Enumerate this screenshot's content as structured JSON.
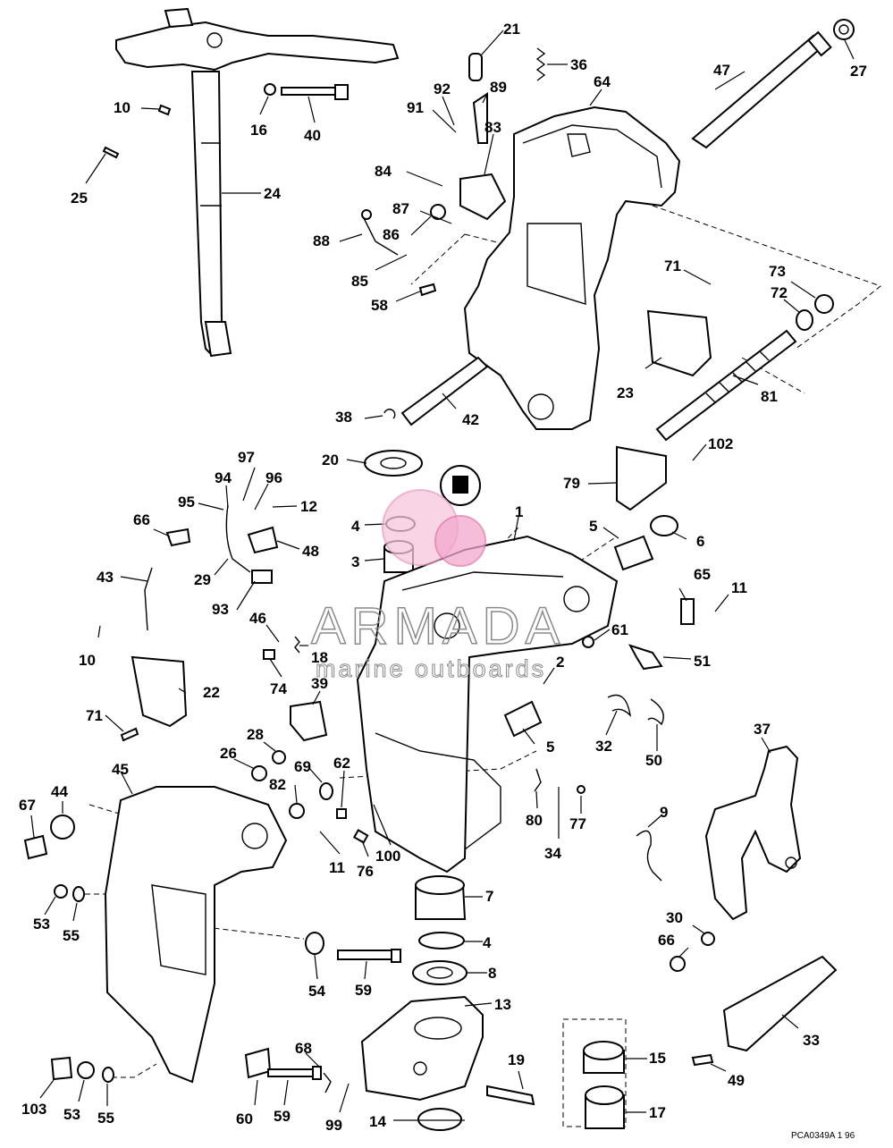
{
  "diagram_code": "PCA0349A  1 96",
  "watermark": {
    "main": "ARMADA",
    "sub": "marine outboards"
  },
  "callouts": [
    {
      "id": "c1",
      "label": "1"
    },
    {
      "id": "c2",
      "label": "2"
    },
    {
      "id": "c3",
      "label": "3"
    },
    {
      "id": "c4a",
      "label": "4"
    },
    {
      "id": "c4b",
      "label": "4"
    },
    {
      "id": "c5a",
      "label": "5"
    },
    {
      "id": "c5b",
      "label": "5"
    },
    {
      "id": "c6",
      "label": "6"
    },
    {
      "id": "c7",
      "label": "7"
    },
    {
      "id": "c8",
      "label": "8"
    },
    {
      "id": "c9",
      "label": "9"
    },
    {
      "id": "c10a",
      "label": "10"
    },
    {
      "id": "c10b",
      "label": "10"
    },
    {
      "id": "c11a",
      "label": "11"
    },
    {
      "id": "c11b",
      "label": "11"
    },
    {
      "id": "c12",
      "label": "12"
    },
    {
      "id": "c13",
      "label": "13"
    },
    {
      "id": "c14",
      "label": "14"
    },
    {
      "id": "c15",
      "label": "15"
    },
    {
      "id": "c16",
      "label": "16"
    },
    {
      "id": "c17",
      "label": "17"
    },
    {
      "id": "c18",
      "label": "18"
    },
    {
      "id": "c19",
      "label": "19"
    },
    {
      "id": "c20",
      "label": "20"
    },
    {
      "id": "c21",
      "label": "21"
    },
    {
      "id": "c22",
      "label": "22"
    },
    {
      "id": "c23",
      "label": "23"
    },
    {
      "id": "c24",
      "label": "24"
    },
    {
      "id": "c25",
      "label": "25"
    },
    {
      "id": "c26",
      "label": "26"
    },
    {
      "id": "c27",
      "label": "27"
    },
    {
      "id": "c28",
      "label": "28"
    },
    {
      "id": "c29",
      "label": "29"
    },
    {
      "id": "c30",
      "label": "30"
    },
    {
      "id": "c32",
      "label": "32"
    },
    {
      "id": "c33",
      "label": "33"
    },
    {
      "id": "c34",
      "label": "34"
    },
    {
      "id": "c36",
      "label": "36"
    },
    {
      "id": "c37",
      "label": "37"
    },
    {
      "id": "c38",
      "label": "38"
    },
    {
      "id": "c39",
      "label": "39"
    },
    {
      "id": "c40",
      "label": "40"
    },
    {
      "id": "c42",
      "label": "42"
    },
    {
      "id": "c43",
      "label": "43"
    },
    {
      "id": "c44",
      "label": "44"
    },
    {
      "id": "c45",
      "label": "45"
    },
    {
      "id": "c46",
      "label": "46"
    },
    {
      "id": "c47",
      "label": "47"
    },
    {
      "id": "c48",
      "label": "48"
    },
    {
      "id": "c49",
      "label": "49"
    },
    {
      "id": "c50",
      "label": "50"
    },
    {
      "id": "c51",
      "label": "51"
    },
    {
      "id": "c53a",
      "label": "53"
    },
    {
      "id": "c53b",
      "label": "53"
    },
    {
      "id": "c54",
      "label": "54"
    },
    {
      "id": "c55a",
      "label": "55"
    },
    {
      "id": "c55b",
      "label": "55"
    },
    {
      "id": "c58",
      "label": "58"
    },
    {
      "id": "c59a",
      "label": "59"
    },
    {
      "id": "c59b",
      "label": "59"
    },
    {
      "id": "c60",
      "label": "60"
    },
    {
      "id": "c61",
      "label": "61"
    },
    {
      "id": "c62",
      "label": "62"
    },
    {
      "id": "c64",
      "label": "64"
    },
    {
      "id": "c65",
      "label": "65"
    },
    {
      "id": "c66a",
      "label": "66"
    },
    {
      "id": "c66b",
      "label": "66"
    },
    {
      "id": "c67",
      "label": "67"
    },
    {
      "id": "c68",
      "label": "68"
    },
    {
      "id": "c69",
      "label": "69"
    },
    {
      "id": "c71a",
      "label": "71"
    },
    {
      "id": "c71b",
      "label": "71"
    },
    {
      "id": "c72",
      "label": "72"
    },
    {
      "id": "c73",
      "label": "73"
    },
    {
      "id": "c74",
      "label": "74"
    },
    {
      "id": "c76",
      "label": "76"
    },
    {
      "id": "c77",
      "label": "77"
    },
    {
      "id": "c79",
      "label": "79"
    },
    {
      "id": "c80",
      "label": "80"
    },
    {
      "id": "c81",
      "label": "81"
    },
    {
      "id": "c82",
      "label": "82"
    },
    {
      "id": "c83",
      "label": "83"
    },
    {
      "id": "c84",
      "label": "84"
    },
    {
      "id": "c85",
      "label": "85"
    },
    {
      "id": "c86",
      "label": "86"
    },
    {
      "id": "c87",
      "label": "87"
    },
    {
      "id": "c88",
      "label": "88"
    },
    {
      "id": "c89",
      "label": "89"
    },
    {
      "id": "c91",
      "label": "91"
    },
    {
      "id": "c92",
      "label": "92"
    },
    {
      "id": "c93",
      "label": "93"
    },
    {
      "id": "c94",
      "label": "94"
    },
    {
      "id": "c95",
      "label": "95"
    },
    {
      "id": "c96",
      "label": "96"
    },
    {
      "id": "c97",
      "label": "97"
    },
    {
      "id": "c99",
      "label": "99"
    },
    {
      "id": "c100",
      "label": "100"
    },
    {
      "id": "c102",
      "label": "102"
    },
    {
      "id": "c103",
      "label": "103"
    }
  ]
}
